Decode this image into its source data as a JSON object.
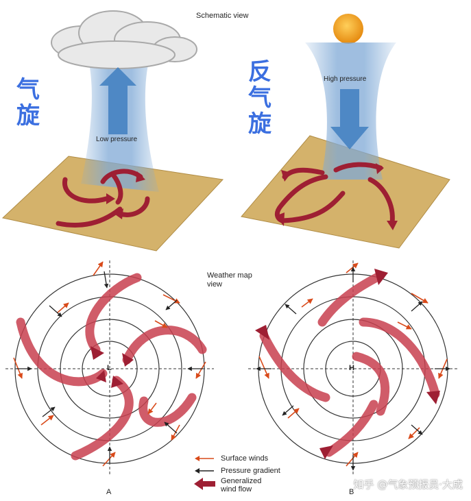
{
  "labels": {
    "schematic_view": "Schematic view",
    "cyclone_cn": [
      "气",
      "旋"
    ],
    "anticyclone_cn": [
      "反",
      "气",
      "旋"
    ],
    "low_pressure": "Low pressure",
    "high_pressure": "High pressure",
    "weather_map_view": [
      "Weather map",
      "view"
    ],
    "center_low": "L",
    "center_high": "H",
    "panel_a": "A",
    "panel_b": "B"
  },
  "legend": {
    "surface_winds": "Surface winds",
    "pressure_gradient": "Pressure gradient",
    "generalized_wind_flow": [
      "Generalized",
      "wind flow"
    ]
  },
  "watermark": "知乎 @气象预报员·大成",
  "colors": {
    "chinese_label": "#3b6fe0",
    "ground": "#d4b26b",
    "column": "#7fa9d6",
    "flow_arrow": "#9e1f33",
    "surface_wind": "#d94a1a",
    "sun": "#f2a020"
  }
}
